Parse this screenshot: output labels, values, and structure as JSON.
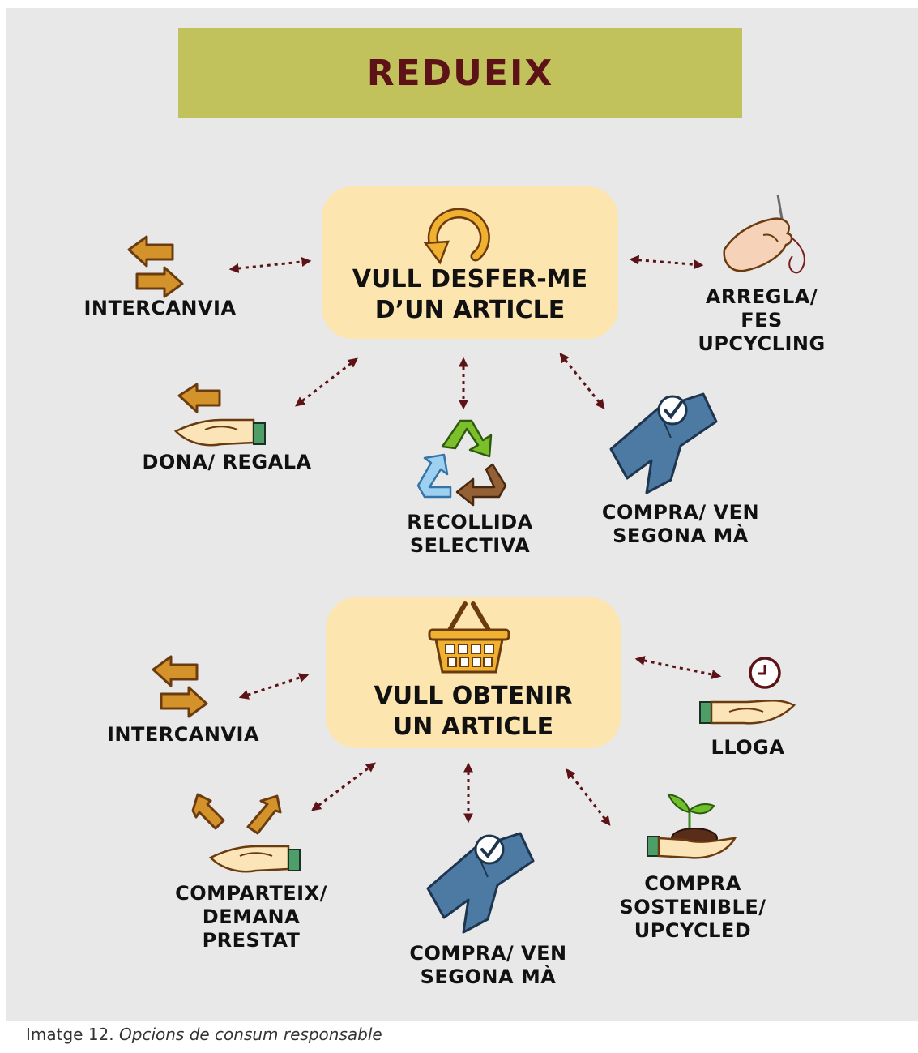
{
  "title": "REDUEIX",
  "colors": {
    "title_bar": "#c2c25c",
    "title_text": "#5c1216",
    "center_box": "#fde5b0",
    "arrow": "#5c1216",
    "panel": "#e8e8e8"
  },
  "top": {
    "center": "VULL DESFER-ME\nD’UN ARTICLE",
    "center_icon": "circular-arrow-icon",
    "options": [
      {
        "label": "INTERCANVIA",
        "icon": "exchange-arrows-icon"
      },
      {
        "label": "ARREGLA/\nFES\nUPCYCLING",
        "icon": "sewing-hand-icon"
      },
      {
        "label": "DONA/ REGALA",
        "icon": "giving-hand-icon"
      },
      {
        "label": "RECOLLIDA\nSELECTIVA",
        "icon": "recycle-icon"
      },
      {
        "label": "COMPRA/ VEN\nSEGONA MÀ",
        "icon": "jeans-icon"
      }
    ]
  },
  "bottom": {
    "center": "VULL OBTENIR\nUN ARTICLE",
    "center_icon": "shopping-basket-icon",
    "options": [
      {
        "label": "INTERCANVIA",
        "icon": "exchange-arrows-icon"
      },
      {
        "label": "LLOGA",
        "icon": "clock-hand-icon"
      },
      {
        "label": "COMPARTEIX/\nDEMANA\nPRESTAT",
        "icon": "share-hand-icon"
      },
      {
        "label": "COMPRA/ VEN\nSEGONA MÀ",
        "icon": "jeans-icon"
      },
      {
        "label": "COMPRA\nSOSTENIBLE/\nUPCYCLED",
        "icon": "sprout-hand-icon"
      }
    ]
  },
  "caption": {
    "prefix": "Imatge 12.",
    "text": "Opcions de consum responsable"
  }
}
